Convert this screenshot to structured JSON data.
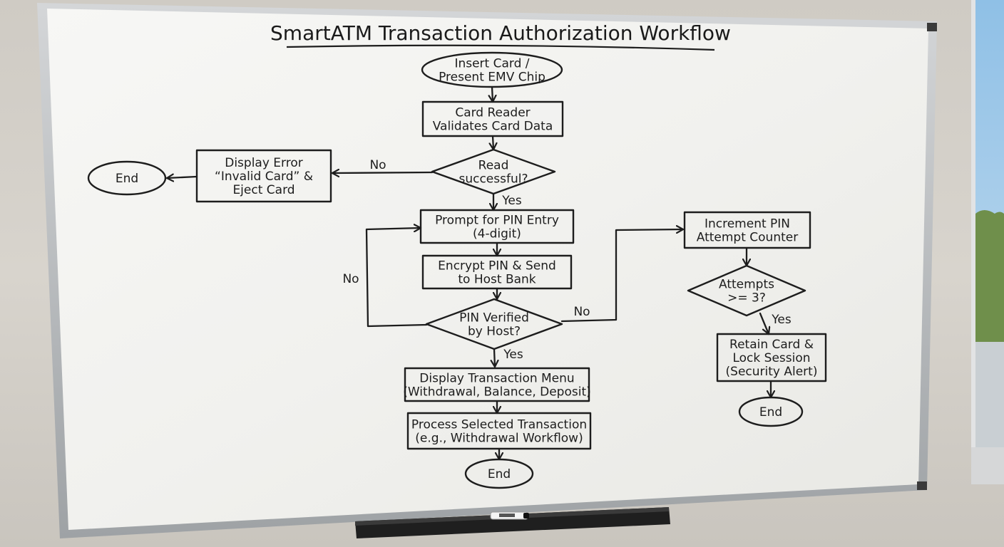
{
  "diagram": {
    "title": "SmartATM Transaction Authorization Workflow",
    "nodes": [
      {
        "id": "start",
        "shape": "terminal",
        "lines": [
          "Insert Card /",
          "Present EMV Chip"
        ]
      },
      {
        "id": "validate",
        "shape": "process",
        "lines": [
          "Card Reader",
          "Validates Card Data"
        ]
      },
      {
        "id": "read_ok",
        "shape": "decision",
        "lines": [
          "Read",
          "successful?"
        ]
      },
      {
        "id": "error",
        "shape": "process",
        "lines": [
          "Display Error",
          "“Invalid Card” &",
          "Eject Card"
        ]
      },
      {
        "id": "end_left",
        "shape": "terminal",
        "lines": [
          "End"
        ]
      },
      {
        "id": "pin_prompt",
        "shape": "process",
        "lines": [
          "Prompt for PIN Entry",
          "(4-digit)"
        ]
      },
      {
        "id": "encrypt",
        "shape": "process",
        "lines": [
          "Encrypt PIN & Send",
          "to Host Bank"
        ]
      },
      {
        "id": "pin_verified",
        "shape": "decision",
        "lines": [
          "PIN Verified",
          "by Host?"
        ]
      },
      {
        "id": "menu",
        "shape": "process",
        "lines": [
          "Display Transaction Menu",
          "(Withdrawal, Balance, Deposit)"
        ]
      },
      {
        "id": "process_tx",
        "shape": "process",
        "lines": [
          "Process Selected Transaction",
          "(e.g., Withdrawal Workflow)"
        ]
      },
      {
        "id": "end_center",
        "shape": "terminal",
        "lines": [
          "End"
        ]
      },
      {
        "id": "increment",
        "shape": "process",
        "lines": [
          "Increment PIN",
          "Attempt Counter"
        ]
      },
      {
        "id": "attempts",
        "shape": "decision",
        "lines": [
          "Attempts",
          ">= 3?"
        ]
      },
      {
        "id": "retain",
        "shape": "process",
        "lines": [
          "Retain Card &",
          "Lock Session",
          "(Security Alert)"
        ]
      },
      {
        "id": "end_right",
        "shape": "terminal",
        "lines": [
          "End"
        ]
      }
    ],
    "edges": [
      {
        "from": "start",
        "to": "validate",
        "label": ""
      },
      {
        "from": "validate",
        "to": "read_ok",
        "label": ""
      },
      {
        "from": "read_ok",
        "to": "error",
        "label": "No"
      },
      {
        "from": "error",
        "to": "end_left",
        "label": ""
      },
      {
        "from": "read_ok",
        "to": "pin_prompt",
        "label": "Yes"
      },
      {
        "from": "pin_prompt",
        "to": "encrypt",
        "label": ""
      },
      {
        "from": "encrypt",
        "to": "pin_verified",
        "label": ""
      },
      {
        "from": "pin_verified",
        "to": "pin_prompt",
        "label": "No"
      },
      {
        "from": "pin_verified",
        "to": "increment",
        "label": "No"
      },
      {
        "from": "pin_verified",
        "to": "menu",
        "label": "Yes"
      },
      {
        "from": "menu",
        "to": "process_tx",
        "label": ""
      },
      {
        "from": "process_tx",
        "to": "end_center",
        "label": ""
      },
      {
        "from": "increment",
        "to": "attempts",
        "label": ""
      },
      {
        "from": "attempts",
        "to": "retain",
        "label": "Yes"
      },
      {
        "from": "retain",
        "to": "end_right",
        "label": ""
      }
    ]
  },
  "colors": {
    "wall": "#d3cfc8",
    "board": "#f3f3f0",
    "frame": "#b9bcbf",
    "ink": "#1d1d1d",
    "tray": "#222222",
    "window_sky": "#9cc6e3",
    "window_trees": "#6e8f4a"
  },
  "icons": {
    "marker": "whiteboard-marker-icon"
  }
}
